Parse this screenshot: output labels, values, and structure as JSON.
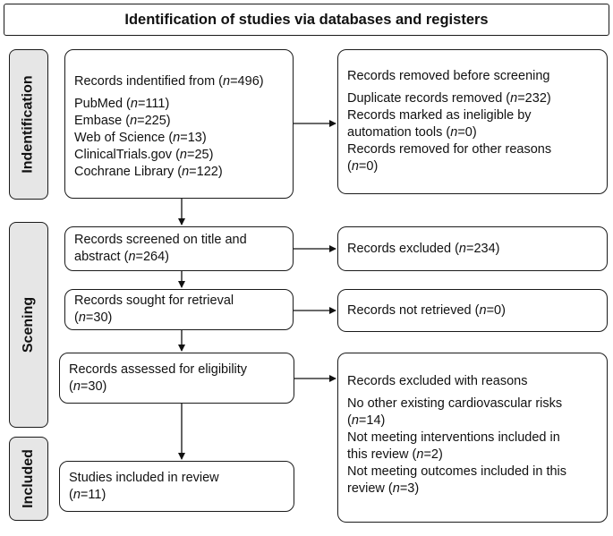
{
  "header": {
    "title": "Identification of studies via databases and registers"
  },
  "phases": {
    "identification": "Indentification",
    "screening": "Scening",
    "included": "Included"
  },
  "boxes": {
    "identified": {
      "title": {
        "pre": "Records indentified from (",
        "n": "n",
        "post": "=496)"
      },
      "items": [
        {
          "pre": "PubMed (",
          "n": "n",
          "post": "=111)"
        },
        {
          "pre": "Embase (",
          "n": "n",
          "post": "=225)"
        },
        {
          "pre": "Web of Science (",
          "n": "n",
          "post": "=13)"
        },
        {
          "pre": "ClinicalTrials.gov (",
          "n": "n",
          "post": "=25)"
        },
        {
          "pre": "Cochrane Library (",
          "n": "n",
          "post": "=122)"
        }
      ]
    },
    "removed": {
      "title": "Records removed before screening",
      "line1": {
        "pre": "Duplicate records removed (",
        "n": "n",
        "post": "=232)"
      },
      "line2a": "Records marked as ineligible by",
      "line2b": {
        "pre": "automation tools (",
        "n": "n",
        "post": "=0)"
      },
      "line3a": "Records removed for other reasons",
      "line3b": {
        "pre": "(",
        "n": "n",
        "post": "=0)"
      }
    },
    "screened": {
      "line1": "Records screened on title and",
      "line2": {
        "pre": "abstract (",
        "n": "n",
        "post": "=264)"
      }
    },
    "excluded": {
      "pre": "Records excluded (",
      "n": "n",
      "post": "=234)"
    },
    "sought": {
      "line1": "Records sought for retrieval",
      "line2": {
        "pre": "(",
        "n": "n",
        "post": "=30)"
      }
    },
    "not_retrieved": {
      "pre": "Records not retrieved (",
      "n": "n",
      "post": "=0)"
    },
    "assessed": {
      "line1": "Records assessed for eligibility",
      "line2": {
        "pre": "(",
        "n": "n",
        "post": "=30)"
      }
    },
    "excluded_reasons": {
      "title": "Records excluded with reasons",
      "r1a": "No other existing cardiovascular risks",
      "r1b": {
        "pre": "(",
        "n": "n",
        "post": "=14)"
      },
      "r2a": "Not meeting interventions included in",
      "r2b": {
        "pre": "this review (",
        "n": "n",
        "post": "=2)"
      },
      "r3a": "Not meeting outcomes included in this",
      "r3b": {
        "pre": "review (",
        "n": "n",
        "post": "=3)"
      }
    },
    "included": {
      "line1": "Studies included in review",
      "line2": {
        "pre": "(",
        "n": "n",
        "post": "=11)"
      }
    }
  }
}
